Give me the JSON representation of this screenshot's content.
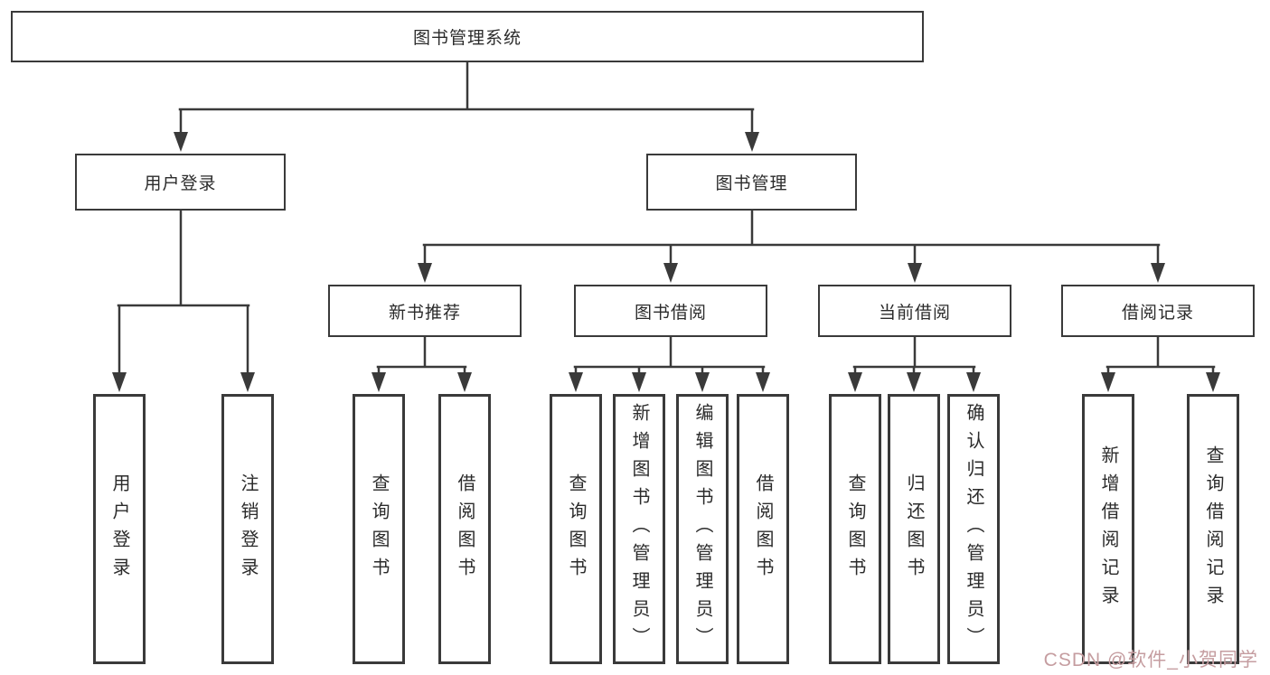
{
  "tree": {
    "root": "图书管理系统",
    "branches": [
      {
        "label": "用户登录",
        "children": [
          "用户登录",
          "注销登录"
        ]
      },
      {
        "label": "图书管理",
        "groups": [
          {
            "label": "新书推荐",
            "children": [
              "查询图书",
              "借阅图书"
            ]
          },
          {
            "label": "图书借阅",
            "children": [
              "查询图书",
              "新增图书（管理员）",
              "编辑图书（管理员）",
              "借阅图书"
            ]
          },
          {
            "label": "当前借阅",
            "children": [
              "查询图书",
              "归还图书",
              "确认归还（管理员）"
            ]
          },
          {
            "label": "借阅记录",
            "children": [
              "新增借阅记录",
              "查询借阅记录"
            ]
          }
        ]
      }
    ]
  },
  "watermark": "CSDN @软件_小贺同学",
  "colors": {
    "line": "#3a3a3a",
    "box_border": "#3a3a3a",
    "text": "#2b2b2b",
    "watermark": "#c59da0",
    "background": "#ffffff"
  }
}
